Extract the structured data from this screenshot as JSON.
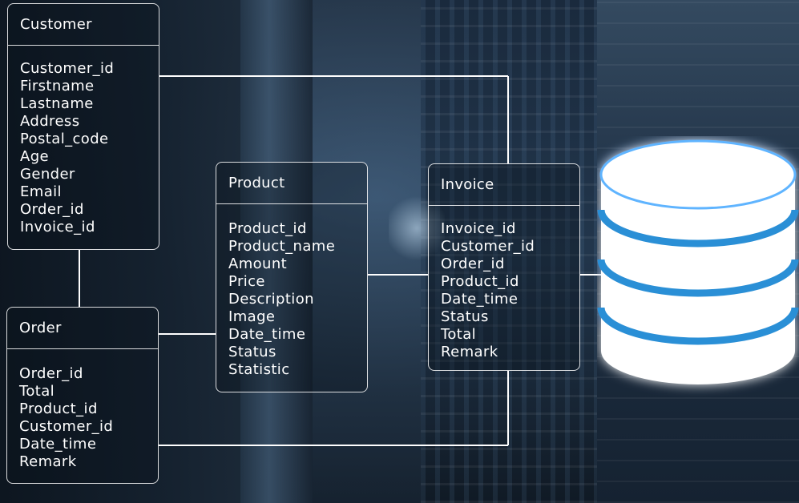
{
  "entities": {
    "customer": {
      "title": "Customer",
      "fields": [
        "Customer_id",
        "Firstname",
        "Lastname",
        "Address",
        "Postal_code",
        "Age",
        "Gender",
        "Email",
        "Order_id",
        "Invoice_id"
      ]
    },
    "order": {
      "title": "Order",
      "fields": [
        "Order_id",
        "Total",
        "Product_id",
        "Customer_id",
        "Date_time",
        "Remark"
      ]
    },
    "product": {
      "title": "Product",
      "fields": [
        "Product_id",
        "Product_name",
        "Amount",
        "Price",
        "Description",
        "Image",
        "Date_time",
        "Status",
        "Statistic"
      ]
    },
    "invoice": {
      "title": "Invoice",
      "fields": [
        "Invoice_id",
        "Customer_id",
        "Order_id",
        "Product_id",
        "Date_time",
        "Status",
        "Total",
        "Remark"
      ]
    }
  },
  "relationships": [
    {
      "from": "Customer",
      "to": "Invoice"
    },
    {
      "from": "Customer",
      "to": "Order"
    },
    {
      "from": "Order",
      "to": "Product"
    },
    {
      "from": "Order",
      "to": "Invoice"
    },
    {
      "from": "Product",
      "to": "Invoice"
    },
    {
      "from": "Invoice",
      "to": "database-icon"
    }
  ],
  "icons": {
    "database": "database-icon"
  },
  "colors": {
    "line": "#ffffff",
    "db_body": "#ffffff",
    "db_band": "#2a8fd6",
    "db_glow": "#5fb4ff"
  }
}
